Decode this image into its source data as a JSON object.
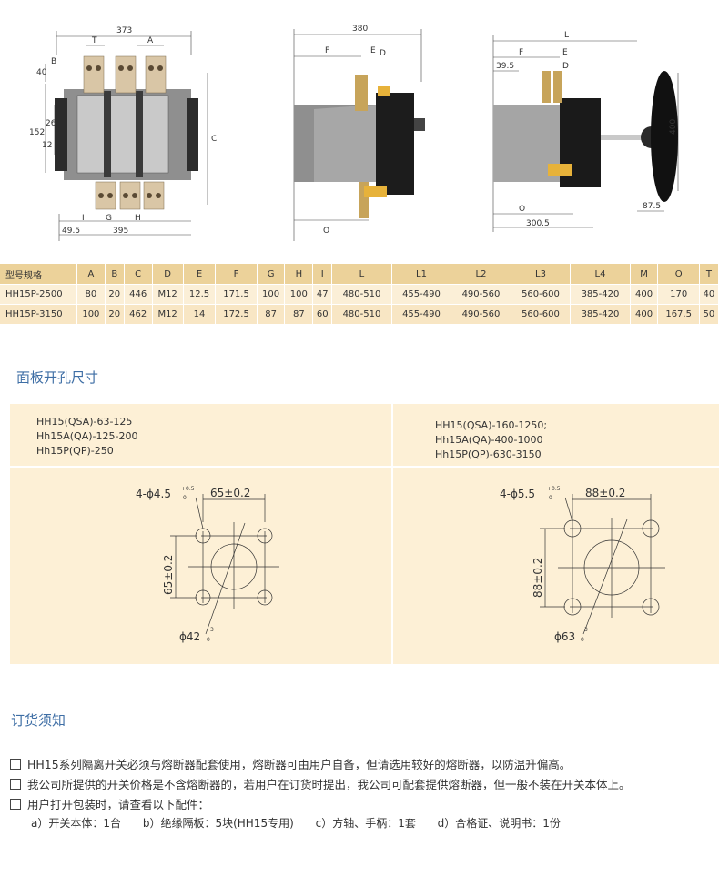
{
  "drawings": {
    "front": {
      "dims": [
        "373",
        "T",
        "A",
        "B",
        "40",
        "152",
        "26",
        "12",
        "C",
        "I",
        "G",
        "H",
        "49.5",
        "395"
      ]
    },
    "side": {
      "dims": [
        "380",
        "F",
        "E",
        "D",
        "O"
      ]
    },
    "right": {
      "dims": [
        "L",
        "F",
        "E",
        "39.5",
        "D",
        "400",
        "O",
        "87.5",
        "300.5"
      ]
    }
  },
  "spec_table": {
    "headers": [
      "型号规格",
      "A",
      "B",
      "C",
      "D",
      "E",
      "F",
      "G",
      "H",
      "I",
      "L",
      "L1",
      "L2",
      "L3",
      "L4",
      "M",
      "O",
      "T"
    ],
    "rows": [
      [
        "HH15P-2500",
        "80",
        "20",
        "446",
        "M12",
        "12.5",
        "171.5",
        "100",
        "100",
        "47",
        "480-510",
        "455-490",
        "490-560",
        "560-600",
        "385-420",
        "400",
        "170",
        "40"
      ],
      [
        "HH15P-3150",
        "100",
        "20",
        "462",
        "M12",
        "14",
        "172.5",
        "87",
        "87",
        "60",
        "480-510",
        "455-490",
        "490-560",
        "560-600",
        "385-420",
        "400",
        "167.5",
        "50"
      ]
    ]
  },
  "cutout_section": {
    "title": "面板开孔尺寸",
    "left": {
      "models": [
        "HH15(QSA)-63-125",
        "Hh15A(QA)-125-200",
        "Hh15P(QP)-250"
      ],
      "holes": "4-ϕ4.5",
      "holes_tol_top": "+0.5",
      "holes_tol_bot": "0",
      "spacing_h": "65±0.2",
      "spacing_v": "65±0.2",
      "center": "ϕ42",
      "center_tol_top": "+3",
      "center_tol_bot": "0"
    },
    "right": {
      "models": [
        "HH15(QSA)-160-1250;",
        "Hh15A(QA)-400-1000",
        "Hh15P(QP)-630-3150"
      ],
      "holes": "4-ϕ5.5",
      "holes_tol_top": "+0.5",
      "holes_tol_bot": "0",
      "spacing_h": "88±0.2",
      "spacing_v": "88±0.2",
      "center": "ϕ63",
      "center_tol_top": "+3",
      "center_tol_bot": "0"
    }
  },
  "order_section": {
    "title": "订货须知",
    "notes": [
      "HH15系列隔离开关必须与熔断器配套使用，熔断器可由用户自备，但请选用较好的熔断器，以防温升偏高。",
      "我公司所提供的开关价格是不含熔断器的，若用户在订货时提出，我公司可配套提供熔断器，但一般不装在开关本体上。",
      "用户打开包装时，请查看以下配件："
    ],
    "accessories": [
      "a）开关本体：1台",
      "b）绝缘隔板：5块(HH15专用)",
      "c）方轴、手柄：1套",
      "d）合格证、说明书：1份"
    ]
  },
  "colors": {
    "header_bg": "#ecd29a",
    "row_bg": "#fbefd7",
    "panel_bg": "#fdf0d6",
    "title_blue": "#3e6ea5"
  }
}
